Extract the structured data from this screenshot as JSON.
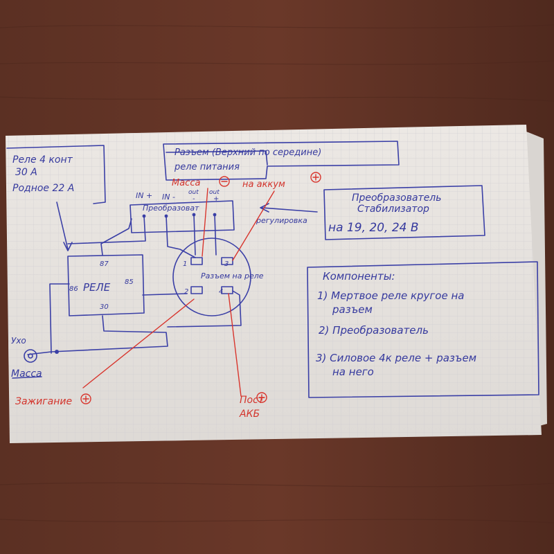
{
  "colors": {
    "table": "#5a2f22",
    "paper": "#e7e3df",
    "ink_blue": "#3a3fa6",
    "ink_red": "#d8352d"
  },
  "notes": {
    "relay_box": [
      "Реле 4 конт",
      "30 А",
      "Родное 22 А"
    ],
    "connector_top": [
      "Разъем (Верхний по середине)",
      "реле питания"
    ],
    "converter_box": [
      "Преобразователь",
      "Стабилизатор",
      "на 19, 20, 24 В"
    ],
    "massa_label": "Масса",
    "accum_label": "на аккум",
    "regulation_label": "регулировка",
    "converter_pins": [
      "IN +",
      "IN -",
      "out",
      "out",
      "-",
      "+"
    ],
    "converter_label": "Преобразоват",
    "relay_label": "РЕЛЕ",
    "pins": [
      "87",
      "30",
      "85",
      "86"
    ],
    "socket_pins": [
      "1",
      "3",
      "2",
      "4"
    ],
    "socket_label": "Разъем на реле",
    "ear_label": "Ухо",
    "massa2_label": "Масса",
    "ignition_label": "Зажигание",
    "const_label": [
      "Пост",
      "АКБ"
    ],
    "components_title": "Компоненты:",
    "components": [
      "1) Мертвое реле кругое на",
      "разъем",
      "2) Преобразователь",
      "3) Силовое 4к реле + разъем",
      "на него"
    ]
  }
}
